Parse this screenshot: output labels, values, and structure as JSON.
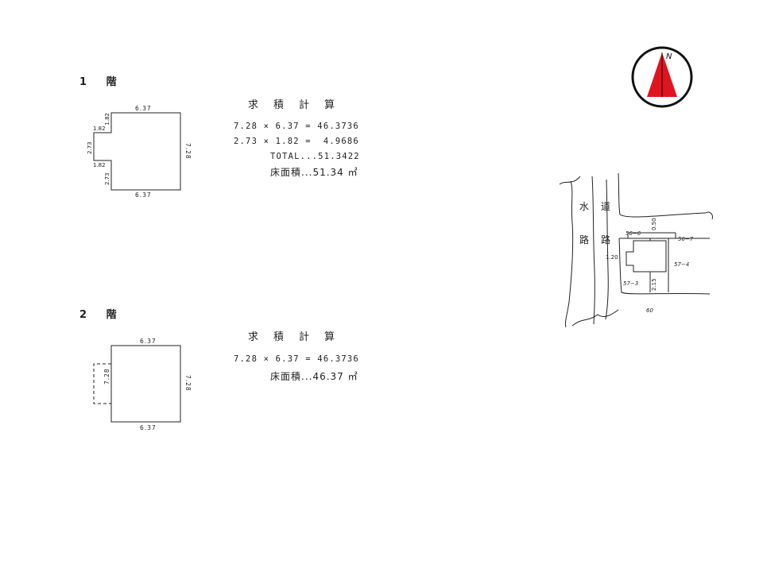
{
  "floor1": {
    "label": "1 階",
    "calc": {
      "title": "求積計算",
      "lines": [
        "7.28 × 6.37 = 46.3736",
        "2.73 × 1.82 =  4.9686",
        "TOTAL...51.3422"
      ],
      "area": "床面積...51.34 ㎡"
    },
    "dims": {
      "top": "6.37",
      "bottom": "6.37",
      "right": "7.28",
      "left_upper_width": "1.82",
      "left_upper_height": "1.82",
      "left_mid_height": "2.73",
      "left_lower_width": "1.82",
      "left_lower_height": "2.73"
    }
  },
  "floor2": {
    "label": "2 階",
    "calc": {
      "title": "求積計算",
      "lines": [
        "7.28 × 6.37 = 46.3736"
      ],
      "area": "床面積...46.37 ㎡"
    },
    "dims": {
      "top": "6.37",
      "bottom": "6.37",
      "right": "7.28",
      "left": "7.28"
    }
  },
  "compass": {
    "north_label": "N",
    "arrow_color": "#e0141e"
  },
  "site_map": {
    "waterway": [
      "水",
      "路"
    ],
    "road": [
      "道",
      "路"
    ],
    "lots": {
      "upper_left": "56−6",
      "upper_right": "56−7",
      "right": "57−4",
      "lower_left": "57−3"
    },
    "dims": {
      "top": "0.50",
      "left": "1.20",
      "bottom": "2.15",
      "road_width": "60"
    }
  }
}
